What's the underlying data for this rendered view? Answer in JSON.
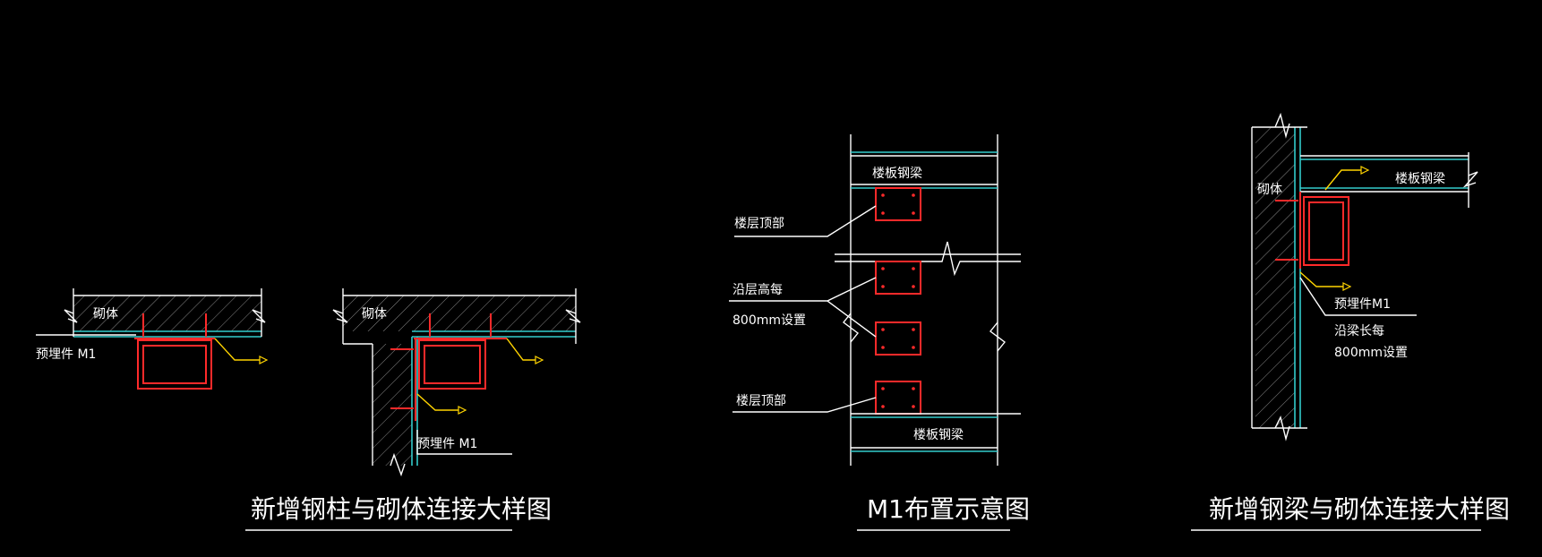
{
  "titles": {
    "left": "新增钢柱与砌体连接大样图",
    "middle": "M1布置示意图",
    "right": "新增钢梁与砌体连接大样图"
  },
  "labels": {
    "masonry": "砌体",
    "embed_m1": "预埋件 M1",
    "embed_m1_compact": "预埋件M1",
    "floor_beam": "楼板钢梁",
    "floor_top": "楼层顶部",
    "floor_bottom": "楼层顶部",
    "along_height": "沿层高每",
    "every_800": "800mm设置",
    "along_beam": "沿梁长每"
  },
  "colors": {
    "background": "#000000",
    "line": "#ffffff",
    "concrete_edge": "#33cccc",
    "steel": "#ff2a2a",
    "leader": "#ffd400"
  }
}
